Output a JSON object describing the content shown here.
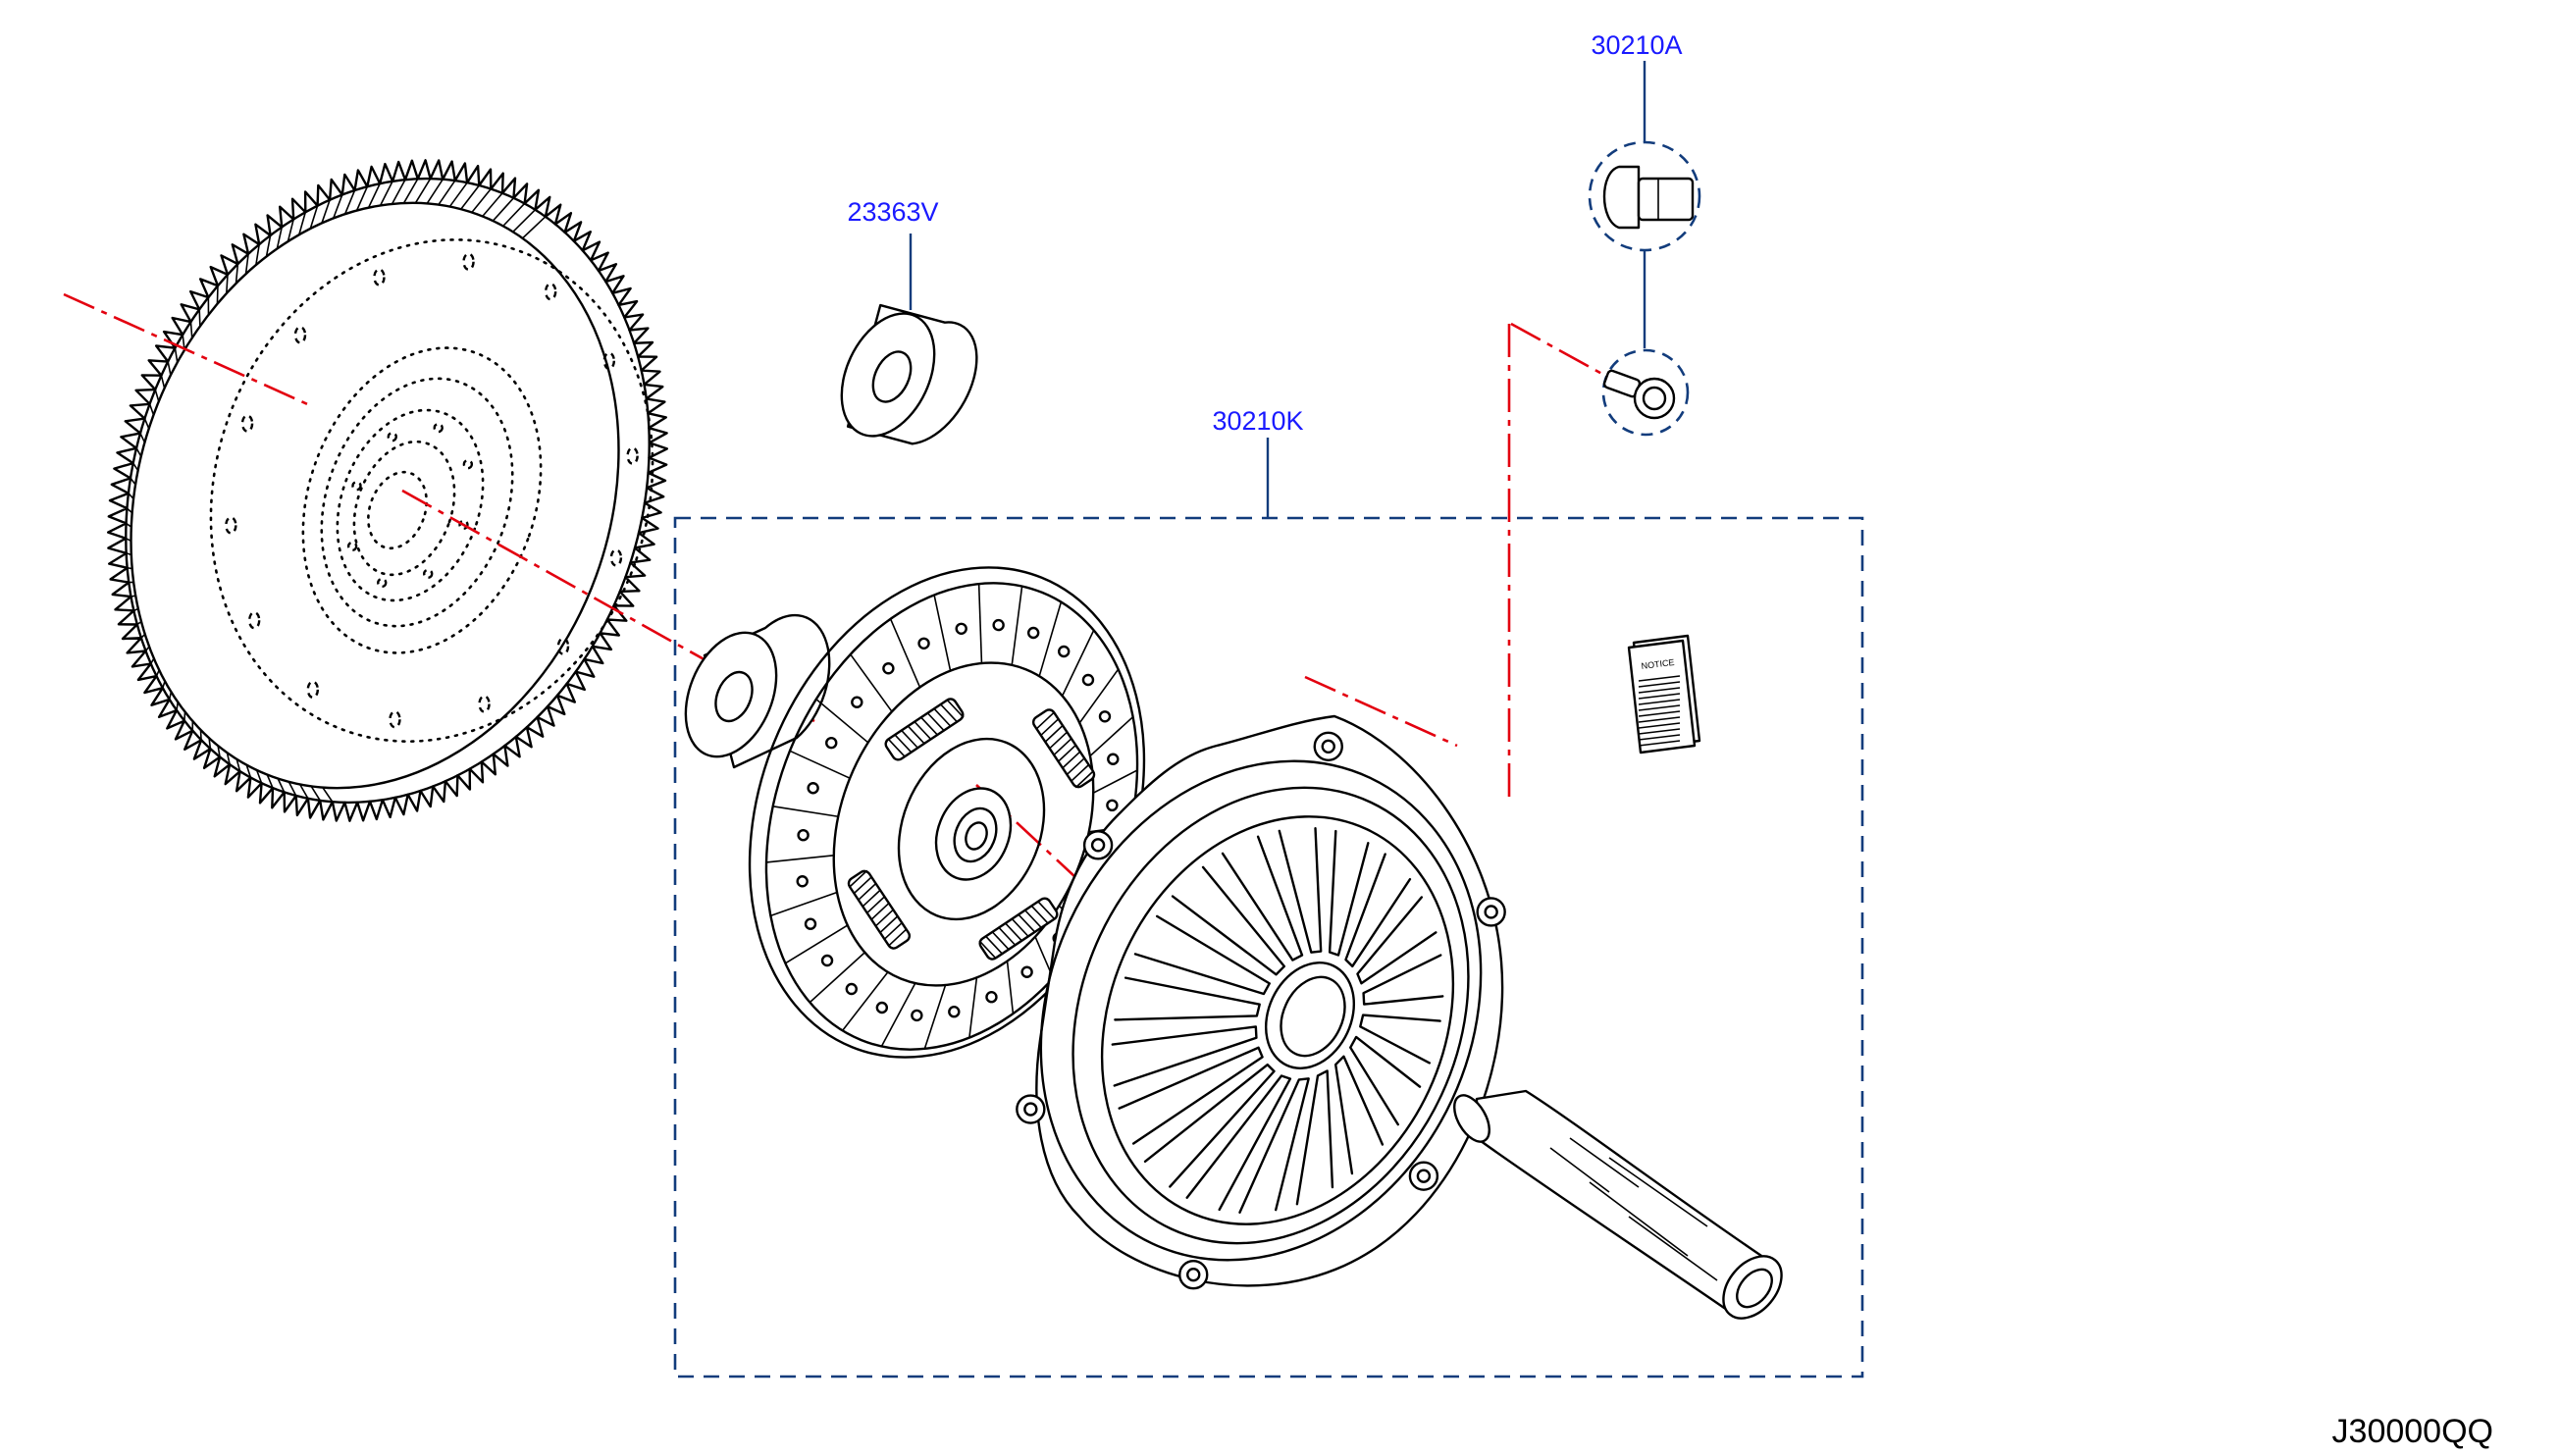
{
  "labels": {
    "bearing": "23363V",
    "bolt_kit": "30210A",
    "clutch_kit": "30210K",
    "reference": "J30000QQ",
    "notice": "NOTICE"
  },
  "colors": {
    "label_text": "#1a1aff",
    "leader_line": "#123c7c",
    "center_line": "#e3000f",
    "ink": "#000000"
  }
}
